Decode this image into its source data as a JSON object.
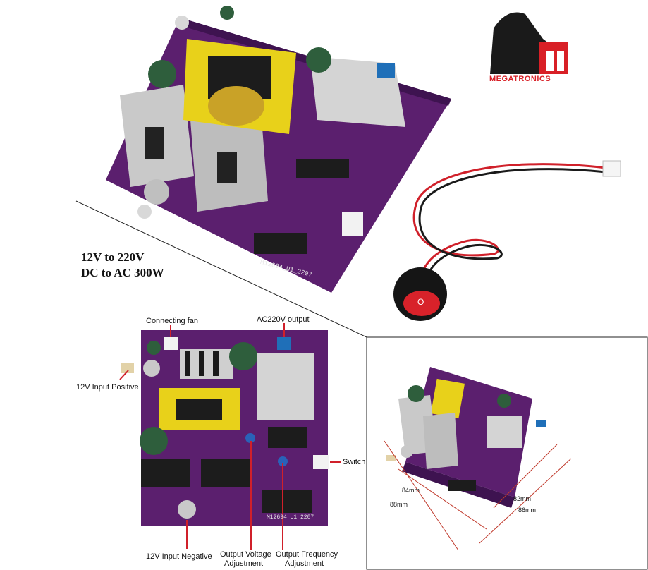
{
  "brand": {
    "name": "MEGATRONICS",
    "colors": {
      "primary": "#d81f26",
      "dark": "#1a1a1a"
    }
  },
  "caption": {
    "line1": "12V to 220V",
    "line2": "DC to AC 300W"
  },
  "top_board": {
    "silkscreen": "M12694_U1_2207"
  },
  "callouts": {
    "connecting_fan": "Connecting fan",
    "ac_output": "AC220V output",
    "input_positive": "12V Input Positive",
    "switch": "Switch",
    "input_negative": "12V Input Negative",
    "voltage_adj_1": "Output Voltage",
    "voltage_adj_2": "Adjustment",
    "frequency_adj_1": "Output Frequency",
    "frequency_adj_2": "Adjustment"
  },
  "bottom_board": {
    "silkscreen": "M12694_U1_2207"
  },
  "dimensions": {
    "d1": "84mm",
    "d2": "88mm",
    "d3": "82mm",
    "d4": "86mm"
  },
  "switch": {
    "glyph": "O"
  },
  "colors": {
    "pcb": "#5b1f6e",
    "heatsink": "#c9c9c9",
    "transformer": "#e8d11a",
    "wire_red": "#d0202a",
    "wire_black": "#1a1a1a"
  }
}
